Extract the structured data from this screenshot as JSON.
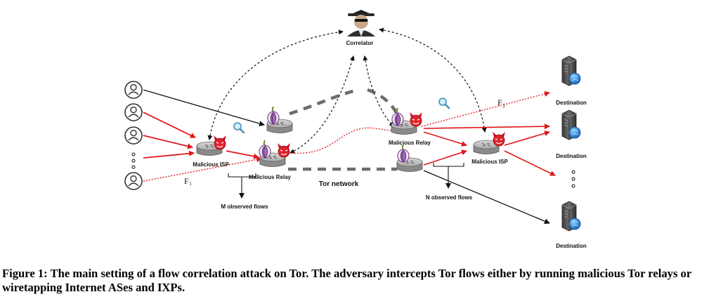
{
  "labels": {
    "correlator": "Correlator",
    "malicious_isp": "Malicious ISP",
    "malicious_relay": "Malicious Relay",
    "tor_network": "Tor network",
    "m_observed_flows": "M observed flows",
    "n_observed_flows": "N observed flows",
    "destination": "Destination",
    "flow_i": "F",
    "flow_i_sub": "i",
    "flow_j": "F",
    "flow_j_sub": "j"
  },
  "caption": "Figure 1: The main setting of a flow correlation attack on Tor. The adversary intercepts Tor flows either by running malicious Tor relays or wiretapping Internet ASes and IXPs.",
  "colors": {
    "attack_flow": "#e0161a",
    "tor_link": "#6d6d6d",
    "correlator_link": "#111111",
    "destination_globe": "#1f7fd8"
  },
  "icons": [
    "user-icon",
    "hacker-icon",
    "router-icon",
    "tor-onion-icon",
    "devil-icon",
    "magnifier-icon",
    "server-icon"
  ]
}
